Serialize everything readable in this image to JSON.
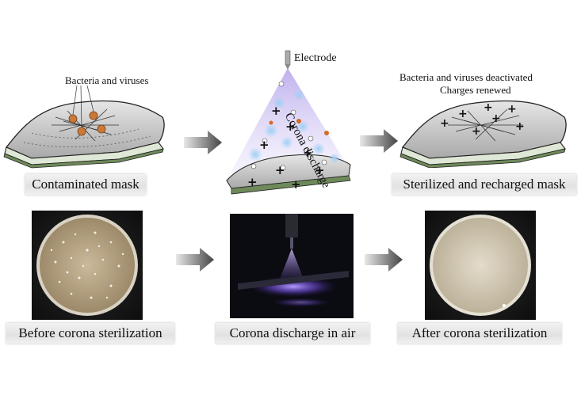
{
  "top_row": {
    "contaminated_caption": "Contaminated mask",
    "bacteria_label": "Bacteria and viruses",
    "electrode_label": "Electrode",
    "corona_label": "Corona discharge",
    "deactivated_label": "Bacteria and viruses deactivated",
    "charges_label": "Charges renewed",
    "sterilized_caption": "Sterilized and recharged mask"
  },
  "bottom_row": {
    "before_caption": "Before corona sterilization",
    "air_caption": "Corona discharge in air",
    "after_caption": "After corona sterilization"
  },
  "colors": {
    "mask_gray": "#c9c9c9",
    "mask_edge_green": "#6f8a5a",
    "bacteria_orange": "#c97a3a",
    "plasma_purple": "#7a55d8",
    "arrow_gray": "#555555"
  }
}
